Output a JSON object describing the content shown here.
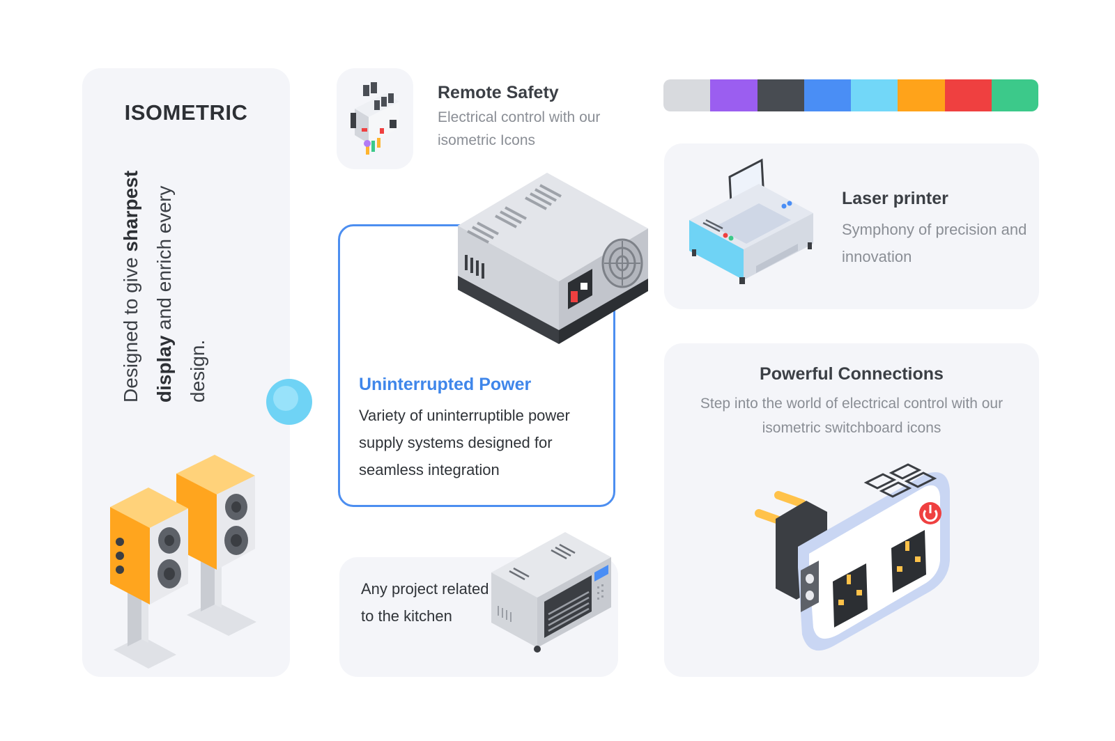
{
  "left": {
    "title": "ISOMETRIC",
    "line1_pre": "Designed to give ",
    "line1_bold": "sharpest",
    "line2_bold": "display",
    "line2_post": " and enrich every",
    "line3": "design."
  },
  "remote_safety": {
    "title": "Remote Safety",
    "description": "Electrical control with our isometric Icons",
    "icon": "switchboard-breaker-icon"
  },
  "palette": {
    "swatches": [
      "#d8dade",
      "#9b5ef0",
      "#484c52",
      "#4a8ef5",
      "#72d7f8",
      "#ffa31a",
      "#ef4040",
      "#3cc98a"
    ]
  },
  "uninterrupted_power": {
    "title": "Uninterrupted Power",
    "description": "Variety of uninterruptible power supply systems designed for seamless integration",
    "icon": "power-supply-unit-icon",
    "accent": "#4c8ef0"
  },
  "kitchen": {
    "description": "Any project related to the kitchen",
    "icon": "microwave-oven-icon"
  },
  "laser_printer": {
    "title": "Laser printer",
    "description": "Symphony of precision and innovation",
    "icon": "printer-icon"
  },
  "powerful_connections": {
    "title": "Powerful Connections",
    "description": "Step into the world of electrical control with our isometric switchboard icons",
    "icon": "power-strip-plug-icon"
  },
  "speakers": {
    "icon": "speakers-icon"
  }
}
